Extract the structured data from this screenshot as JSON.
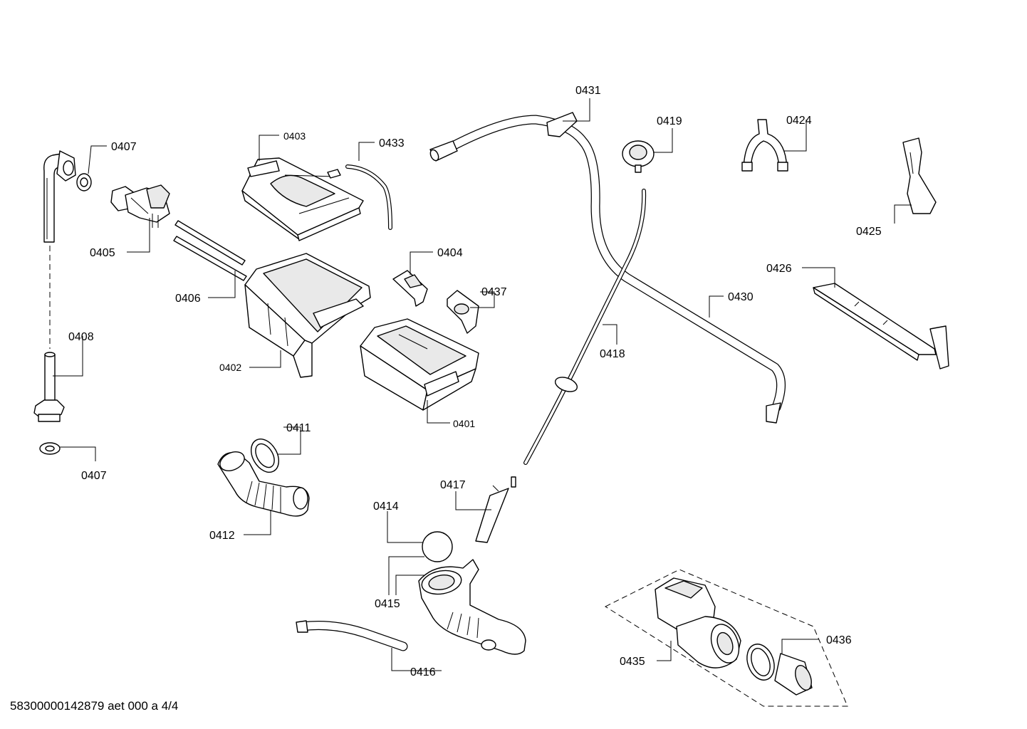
{
  "diagram": {
    "labels": {
      "p0401": "0401",
      "p0402": "0402",
      "p0403": "0403",
      "p0404": "0404",
      "p0405": "0405",
      "p0406": "0406",
      "p0407a": "0407",
      "p0407b": "0407",
      "p0408": "0408",
      "p0411": "0411",
      "p0412": "0412",
      "p0414": "0414",
      "p0415": "0415",
      "p0416": "0416",
      "p0417": "0417",
      "p0418": "0418",
      "p0419": "0419",
      "p0424": "0424",
      "p0425": "0425",
      "p0426": "0426",
      "p0430": "0430",
      "p0431": "0431",
      "p0433": "0433",
      "p0435": "0435",
      "p0436": "0436",
      "p0437": "0437"
    },
    "footer": "58300000142879 aet 000 a 4/4"
  }
}
